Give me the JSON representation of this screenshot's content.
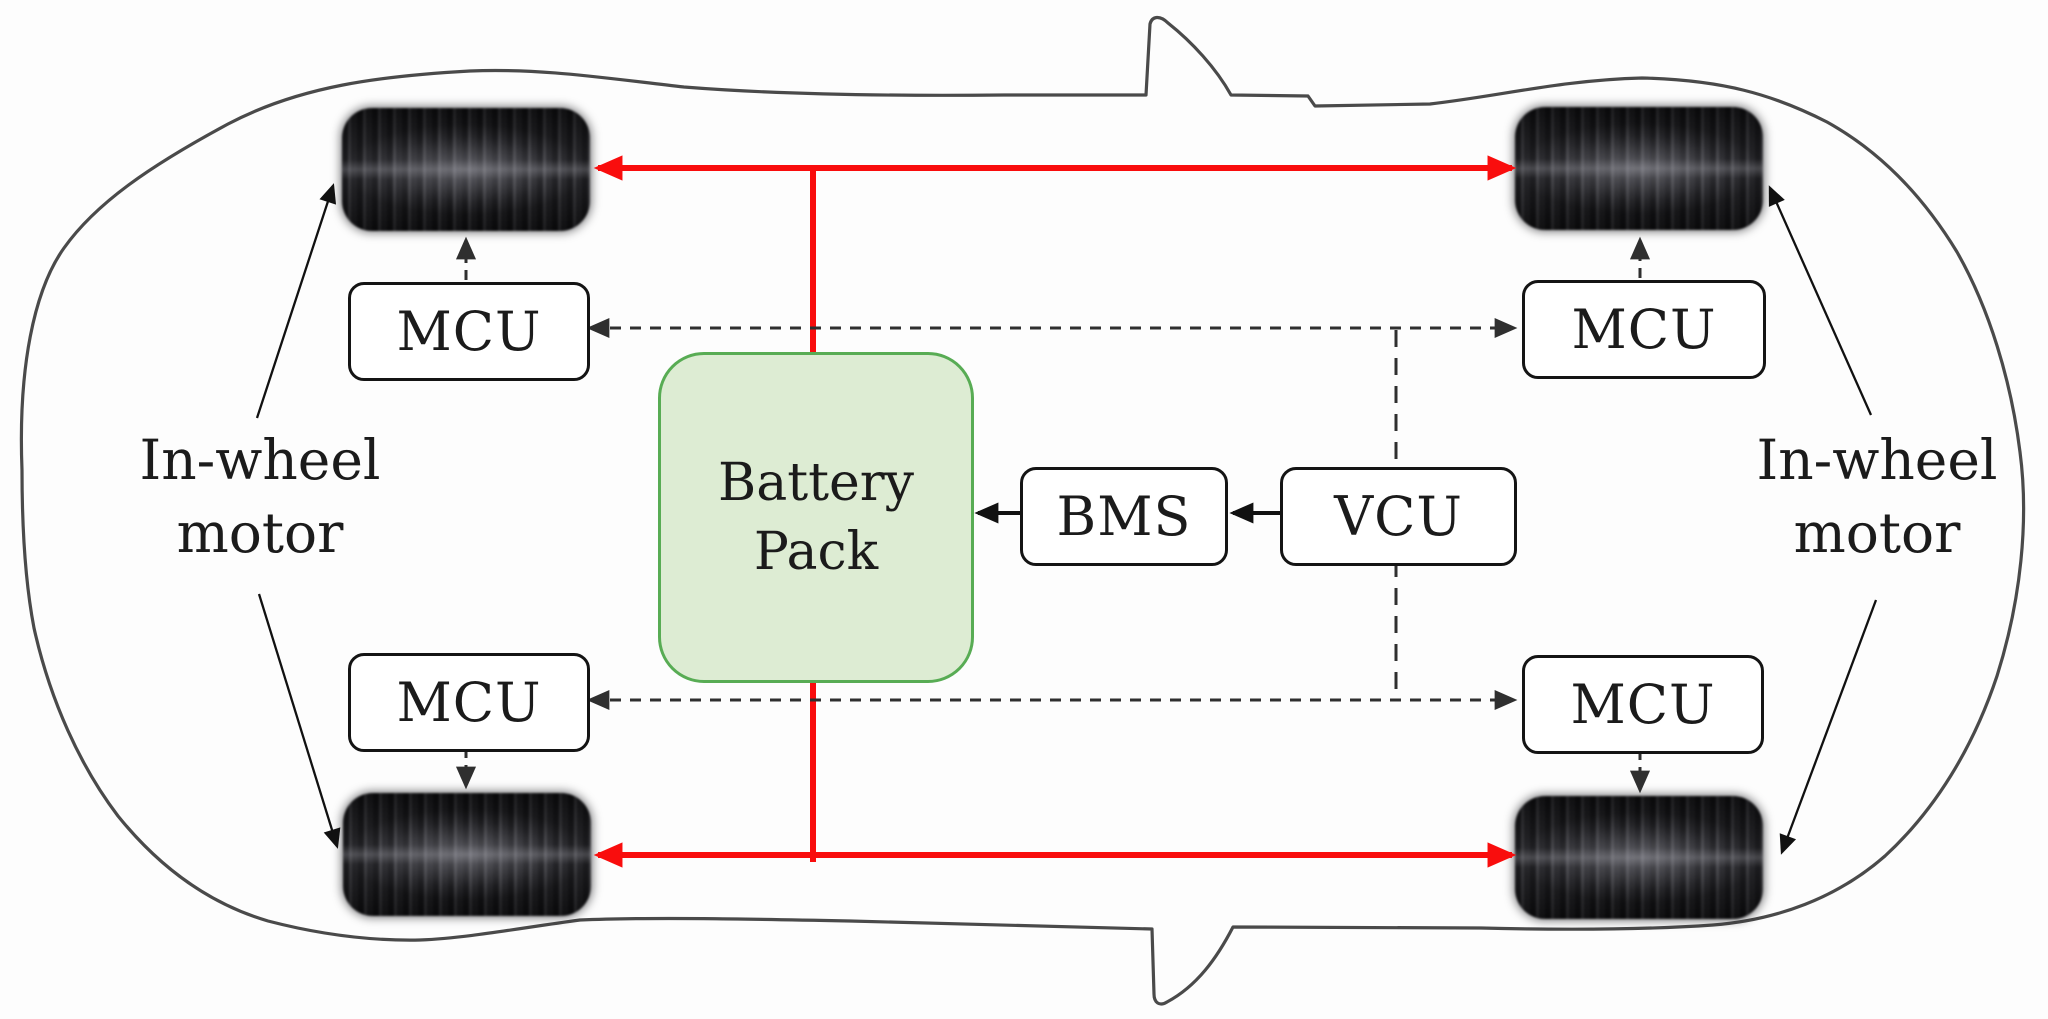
{
  "nodes": {
    "battery_pack": {
      "line1": "Battery",
      "line2": "Pack"
    },
    "bms": {
      "label": "BMS"
    },
    "vcu": {
      "label": "VCU"
    },
    "mcu_top_left": {
      "label": "MCU"
    },
    "mcu_top_right": {
      "label": "MCU"
    },
    "mcu_bottom_left": {
      "label": "MCU"
    },
    "mcu_bottom_right": {
      "label": "MCU"
    }
  },
  "labels": {
    "left_motor": {
      "line1": "In-wheel",
      "line2": "motor"
    },
    "right_motor": {
      "line1": "In-wheel",
      "line2": "motor"
    }
  },
  "icons": {
    "tire": "dark-rounded-rect-with-vertical-tread-ribs",
    "car_body": "hand-drawn-top-view-car-outline-with-two-side-mirror-fins"
  },
  "colors": {
    "background": "#fdfdfd",
    "text": "#1b1b1b",
    "power_line": "#f90d0d",
    "signal_line": "#2f2f2f",
    "arrow_black": "#111111",
    "box_border": "#141414",
    "battery_fill": "#ddecd3",
    "battery_border": "#58ac54",
    "car_outline": "#4a4a4a",
    "tire": "#2a2a2e"
  },
  "edges": [
    {
      "from": "VCU",
      "to": "BMS",
      "kind": "control",
      "style": "solid-black-arrow"
    },
    {
      "from": "BMS",
      "to": "Battery Pack",
      "kind": "control",
      "style": "solid-black-arrow"
    },
    {
      "from": "Battery Pack",
      "to": "top-left wheel",
      "kind": "power",
      "style": "solid-red-arrow"
    },
    {
      "from": "Battery Pack",
      "to": "top-right wheel",
      "kind": "power",
      "style": "solid-red-arrow"
    },
    {
      "from": "Battery Pack",
      "to": "bottom-left wheel",
      "kind": "power",
      "style": "solid-red-arrow"
    },
    {
      "from": "Battery Pack",
      "to": "bottom-right wheel",
      "kind": "power",
      "style": "solid-red-arrow"
    },
    {
      "from": "VCU",
      "to": "MCU top-left",
      "kind": "signal",
      "style": "dashed-black-arrow"
    },
    {
      "from": "VCU",
      "to": "MCU top-right",
      "kind": "signal",
      "style": "dashed-black-arrow"
    },
    {
      "from": "VCU",
      "to": "MCU bottom-left",
      "kind": "signal",
      "style": "dashed-black-arrow"
    },
    {
      "from": "VCU",
      "to": "MCU bottom-right",
      "kind": "signal",
      "style": "dashed-black-arrow"
    },
    {
      "from": "MCU top-left",
      "to": "top-left wheel",
      "kind": "drive",
      "style": "dashed-black-arrow"
    },
    {
      "from": "MCU top-right",
      "to": "top-right wheel",
      "kind": "drive",
      "style": "dashed-black-arrow"
    },
    {
      "from": "MCU bottom-left",
      "to": "bottom-left wheel",
      "kind": "drive",
      "style": "dashed-black-arrow"
    },
    {
      "from": "MCU bottom-right",
      "to": "bottom-right wheel",
      "kind": "drive",
      "style": "dashed-black-arrow"
    },
    {
      "from": "In-wheel motor label (left)",
      "to": "top-left and bottom-left wheels",
      "kind": "annotation",
      "style": "thin-black-arrow"
    },
    {
      "from": "In-wheel motor label (right)",
      "to": "top-right and bottom-right wheels",
      "kind": "annotation",
      "style": "thin-black-arrow"
    }
  ]
}
